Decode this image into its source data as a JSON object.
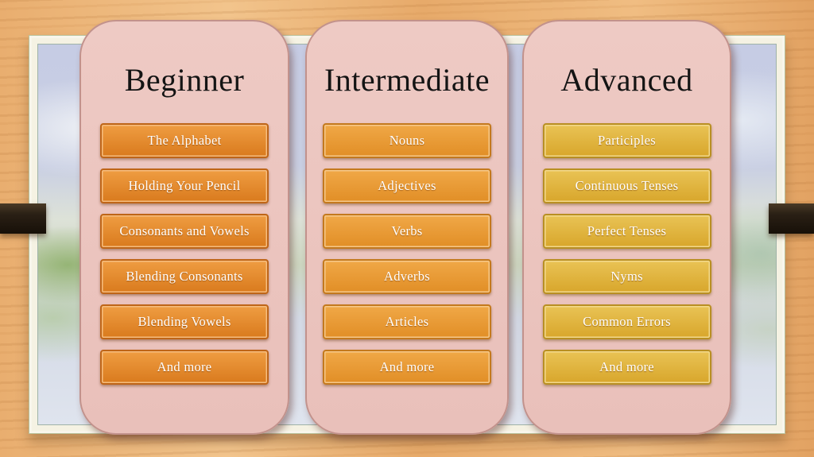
{
  "columns": [
    {
      "title": "Beginner",
      "items": [
        "The Alphabet",
        "Holding Your Pencil",
        "Consonants and Vowels",
        "Blending Consonants",
        "Blending Vowels",
        "And more"
      ]
    },
    {
      "title": "Intermediate",
      "items": [
        "Nouns",
        "Adjectives",
        "Verbs",
        "Adverbs",
        "Articles",
        "And more"
      ]
    },
    {
      "title": "Advanced",
      "items": [
        "Participles",
        "Continuous Tenses",
        "Perfect Tenses",
        "Nyms",
        "Common Errors",
        "And more"
      ]
    }
  ],
  "theme": {
    "colors": {
      "panel-bg": "#eecac4",
      "panel-bg-dk": "#e9c0ba",
      "panel-border": "#c2928c",
      "c0-top": "#ef9d42",
      "c0-bot": "#d97a1d",
      "c0-border": "#bf6517",
      "c0-inner": "#f6bd7f",
      "c1-top": "#f0a847",
      "c1-bot": "#e18e26",
      "c1-border": "#c4791d",
      "c1-inner": "#f7c98b",
      "c2-top": "#e9c355",
      "c2-bot": "#d8a62b",
      "c2-border": "#b98f22",
      "c2-inner": "#f3d98d"
    }
  }
}
